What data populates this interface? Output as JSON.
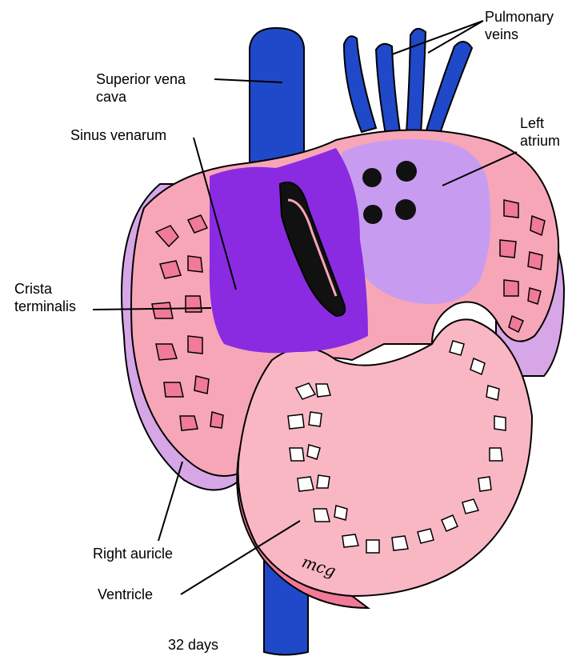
{
  "figure": {
    "labels": {
      "pulmonary_veins": "Pulmonary\nveins",
      "superior_vena_cava": "Superior vena\ncava",
      "sinus_venarum": "Sinus venarum",
      "left_atrium": "Left\natrium",
      "crista_terminalis": "Crista\nterminalis",
      "right_auricle": "Right auricle",
      "ventricle": "Ventricle"
    },
    "age_caption": "32 days",
    "signature": "mcg"
  },
  "colors": {
    "vessel_blue": "#1f49c8",
    "sinus_purple": "#8a2be2",
    "left_atrium_lavender": "#c79cf0",
    "wall_pink": "#f7a6b8",
    "ventricle_pink": "#f9b7c4",
    "trabeculae_pink": "#f07a98",
    "auricle_lilac": "#d6a6e6",
    "outline": "#000000"
  }
}
